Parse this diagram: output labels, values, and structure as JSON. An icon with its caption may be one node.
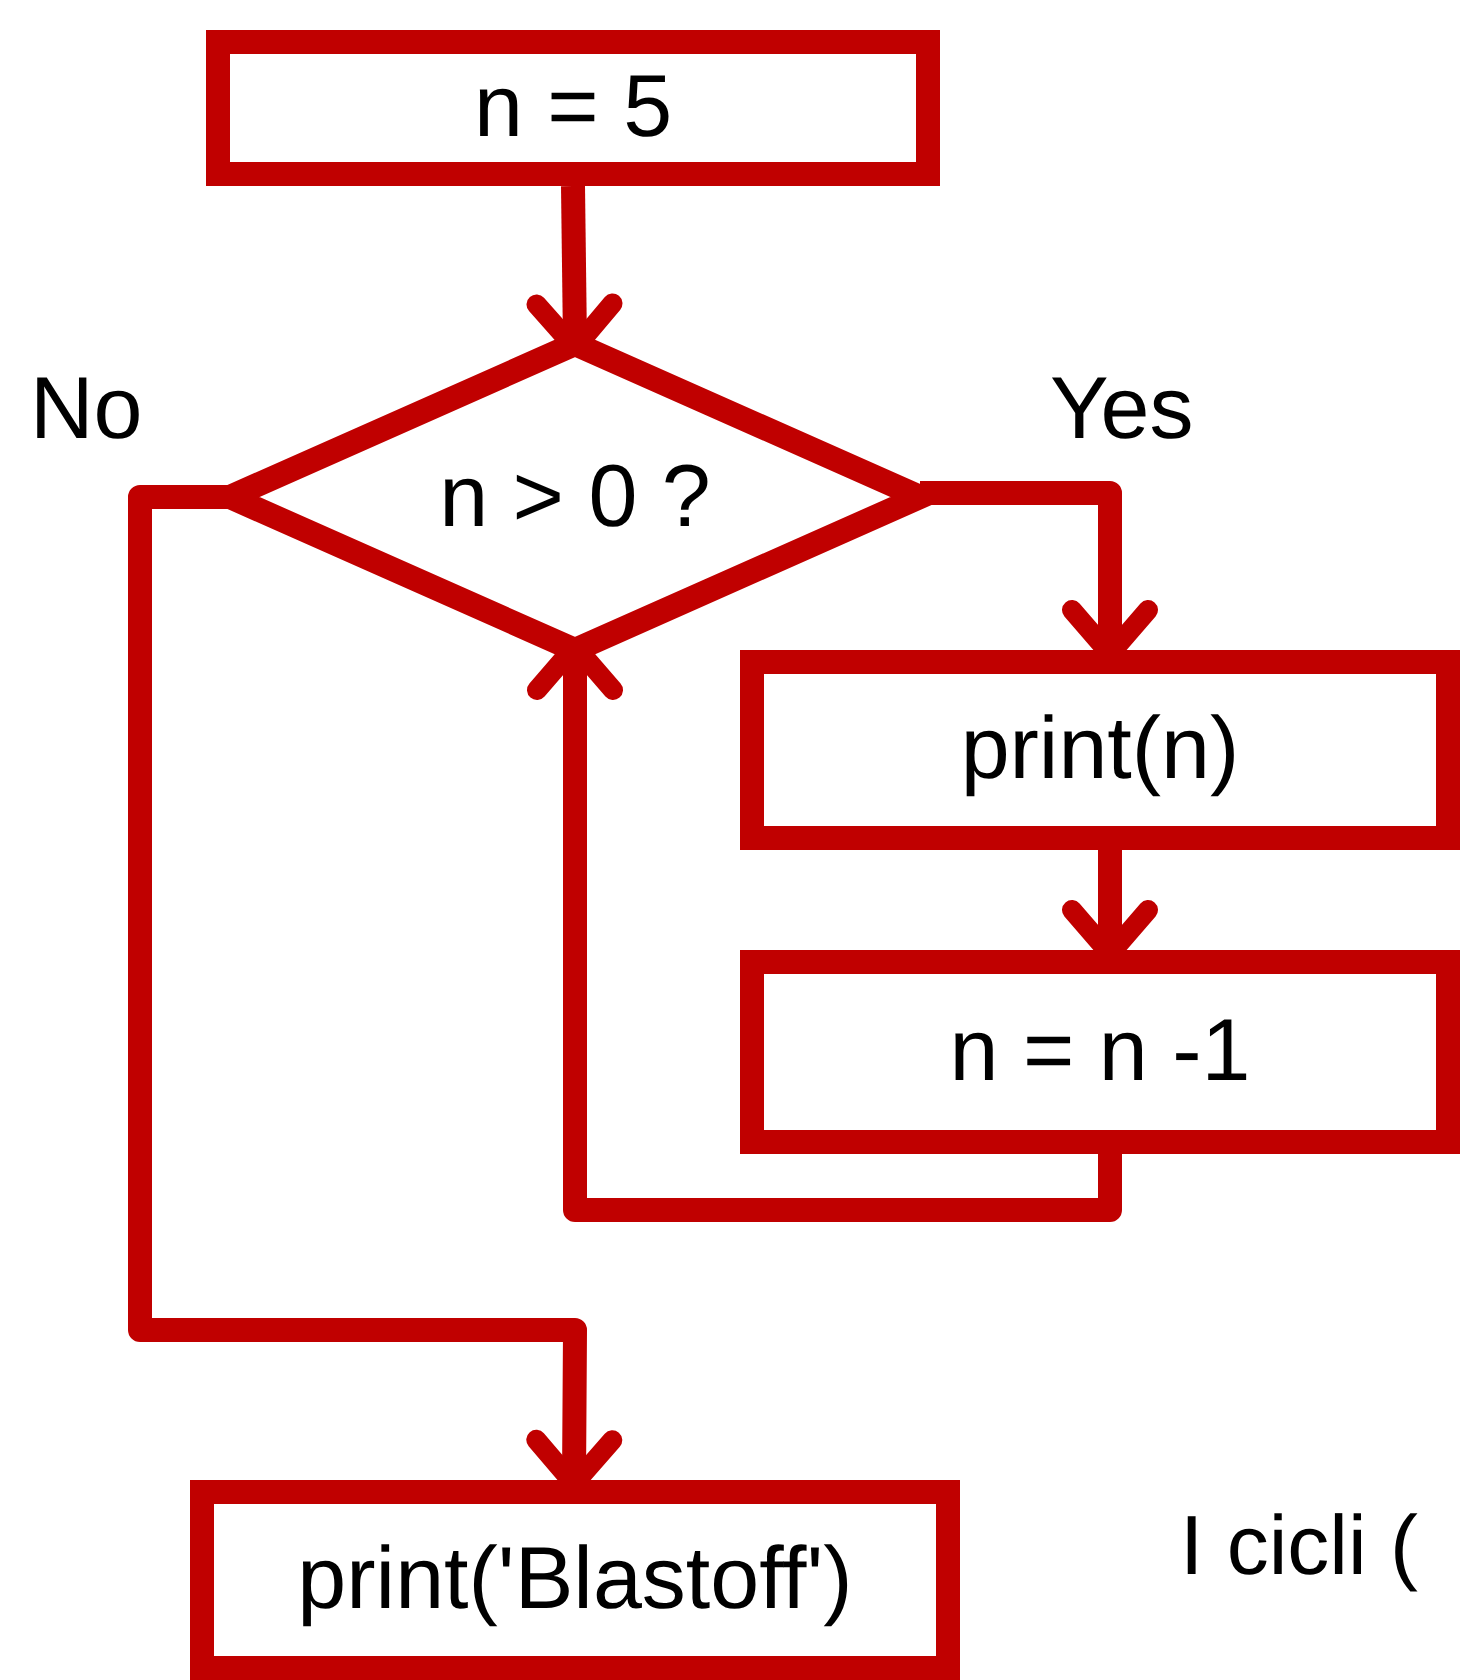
{
  "diagram": {
    "nodes": [
      {
        "text": [
          "n = 5"
        ]
      },
      {
        "text": [
          "n > 0 ?"
        ]
      },
      {
        "text": [
          "print(n)"
        ]
      },
      {
        "text": [
          "n = n -1"
        ]
      },
      {
        "text": [
          "print('Blastoff')"
        ]
      }
    ],
    "edges": [
      {
        "from": 0,
        "to": 1,
        "arrow": "to"
      },
      {
        "from": 1,
        "to": 2,
        "arrow": "to",
        "label": "Yes"
      },
      {
        "from": 2,
        "to": 3,
        "arrow": "to"
      },
      {
        "from": 3,
        "to": 1,
        "arrow": "to"
      },
      {
        "from": 1,
        "to": 4,
        "arrow": "to",
        "label": "No"
      }
    ],
    "labels": [
      "I cicli ("
    ]
  }
}
